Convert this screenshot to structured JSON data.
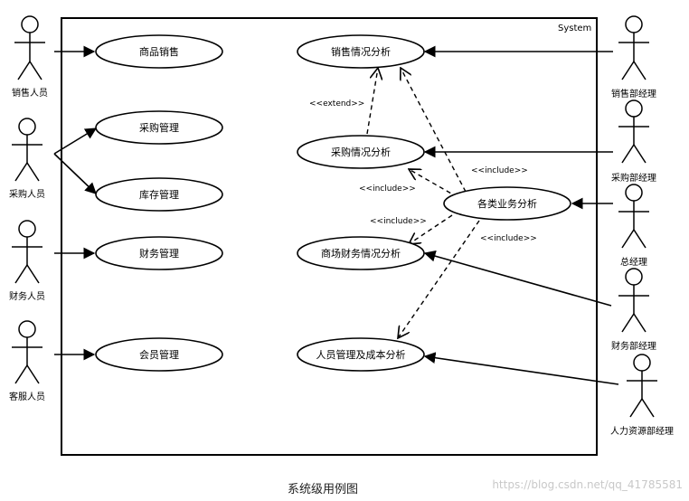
{
  "system": {
    "label": "System"
  },
  "actors": {
    "sales_staff": "销售人员",
    "purchase_staff": "采购人员",
    "finance_staff": "财务人员",
    "service_staff": "客服人员",
    "sales_manager": "销售部经理",
    "purchase_manager": "采购部经理",
    "general_manager": "总经理",
    "finance_manager": "财务部经理",
    "hr_manager": "人力资源部经理"
  },
  "usecases": {
    "product_sales": "商品销售",
    "purchase_mgmt": "采购管理",
    "inventory_mgmt": "库存管理",
    "finance_mgmt": "财务管理",
    "member_mgmt": "会员管理",
    "sales_analysis": "销售情况分析",
    "purchase_analysis": "采购情况分析",
    "business_analysis": "各类业务分析",
    "mall_finance_analysis": "商场财务情况分析",
    "hr_cost_analysis": "人员管理及成本分析"
  },
  "relations": {
    "extend": "<<extend>>",
    "include_1": "<<include>>",
    "include_2": "<<include>>",
    "include_3": "<<include>>",
    "include_4": "<<include>>"
  },
  "caption": "系统级用例图",
  "watermark": "https://blog.csdn.net/qq_41785581"
}
